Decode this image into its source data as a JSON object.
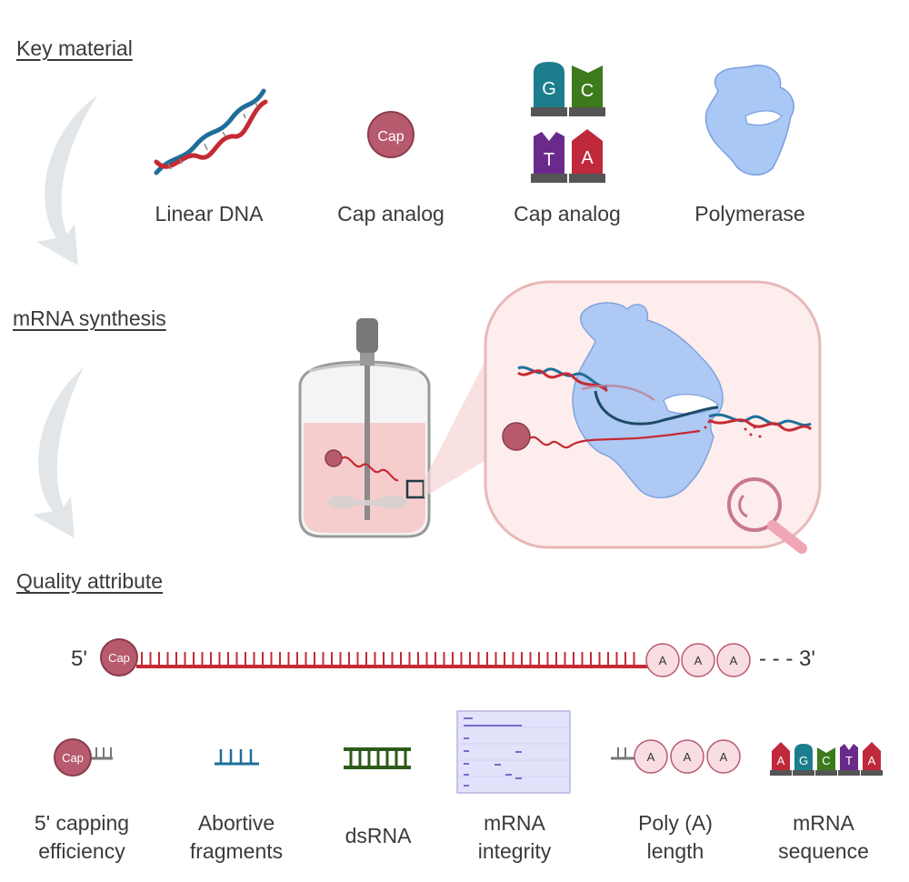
{
  "sections": {
    "key_material": "Key material",
    "mrna_synthesis": "mRNA synthesis",
    "quality_attribute": "Quality attribute"
  },
  "materials": [
    {
      "label": "Linear DNA"
    },
    {
      "label": "Cap analog",
      "glyph": "Cap"
    },
    {
      "label": "Cap analog",
      "nucleotides": [
        "G",
        "C",
        "T",
        "A"
      ]
    },
    {
      "label": "Polymerase"
    }
  ],
  "strand": {
    "five_prime": "5'",
    "cap": "Cap",
    "poly_a": [
      "A",
      "A",
      "A"
    ],
    "three_prime": "- - - 3'"
  },
  "attributes": [
    {
      "line1": "5' capping",
      "line2": "efficiency",
      "glyph": "Cap"
    },
    {
      "line1": "Abortive",
      "line2": "fragments"
    },
    {
      "line1": "dsRNA",
      "line2": ""
    },
    {
      "line1": "mRNA",
      "line2": "integrity"
    },
    {
      "line1": "Poly (A)",
      "line2": "length",
      "glyph": [
        "A",
        "A",
        "A"
      ]
    },
    {
      "line1": "mRNA",
      "line2": "sequence",
      "glyph": [
        "A",
        "G",
        "C",
        "T",
        "A"
      ]
    }
  ],
  "colors": {
    "dna_red": "#c62a34",
    "dna_blue": "#1f6e9a",
    "cap": "#b85a6e",
    "polymerase": "#a9c8f5",
    "G": "#1c7d8c",
    "C": "#3c7a1c",
    "T": "#6a2a8c",
    "A": "#c0283c",
    "dsrna": "#2d5a1a",
    "gel": "#c8c8ee"
  }
}
